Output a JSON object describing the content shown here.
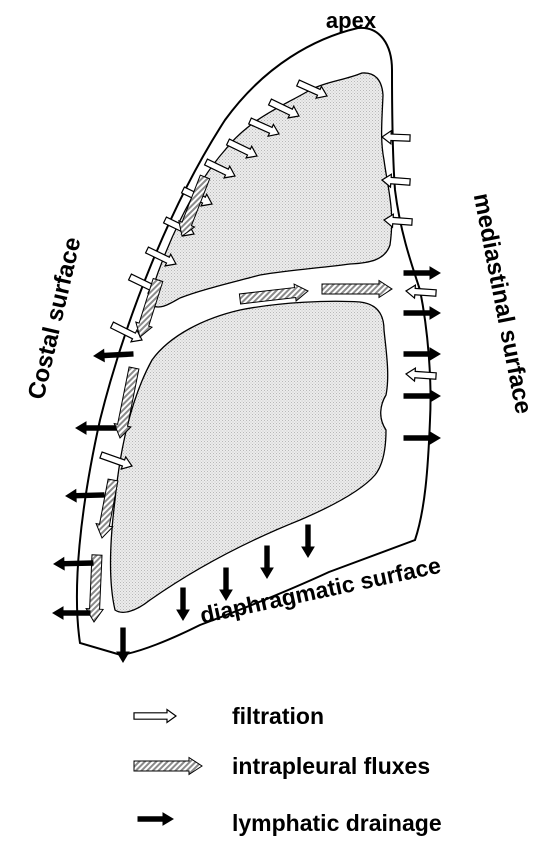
{
  "labels": {
    "apex": "apex",
    "costal": "Costal surface",
    "mediastinal": "mediastinal surface",
    "diaphragmatic": "diaphragmatic surface"
  },
  "legend": [
    {
      "kind": "filtration",
      "label": "filtration",
      "icon": "hollow-arrow-icon"
    },
    {
      "kind": "flux",
      "label": "intrapleural fluxes",
      "icon": "hatched-arrow-icon"
    },
    {
      "kind": "drainage",
      "label": "lymphatic drainage",
      "icon": "solid-arrow-icon"
    }
  ],
  "colors": {
    "outline": "#000000",
    "lung_fill": "#e2e2e2",
    "hatch": "#8a8a8a",
    "arrow_solid": "#000000",
    "arrow_hollow": "#ffffff"
  }
}
